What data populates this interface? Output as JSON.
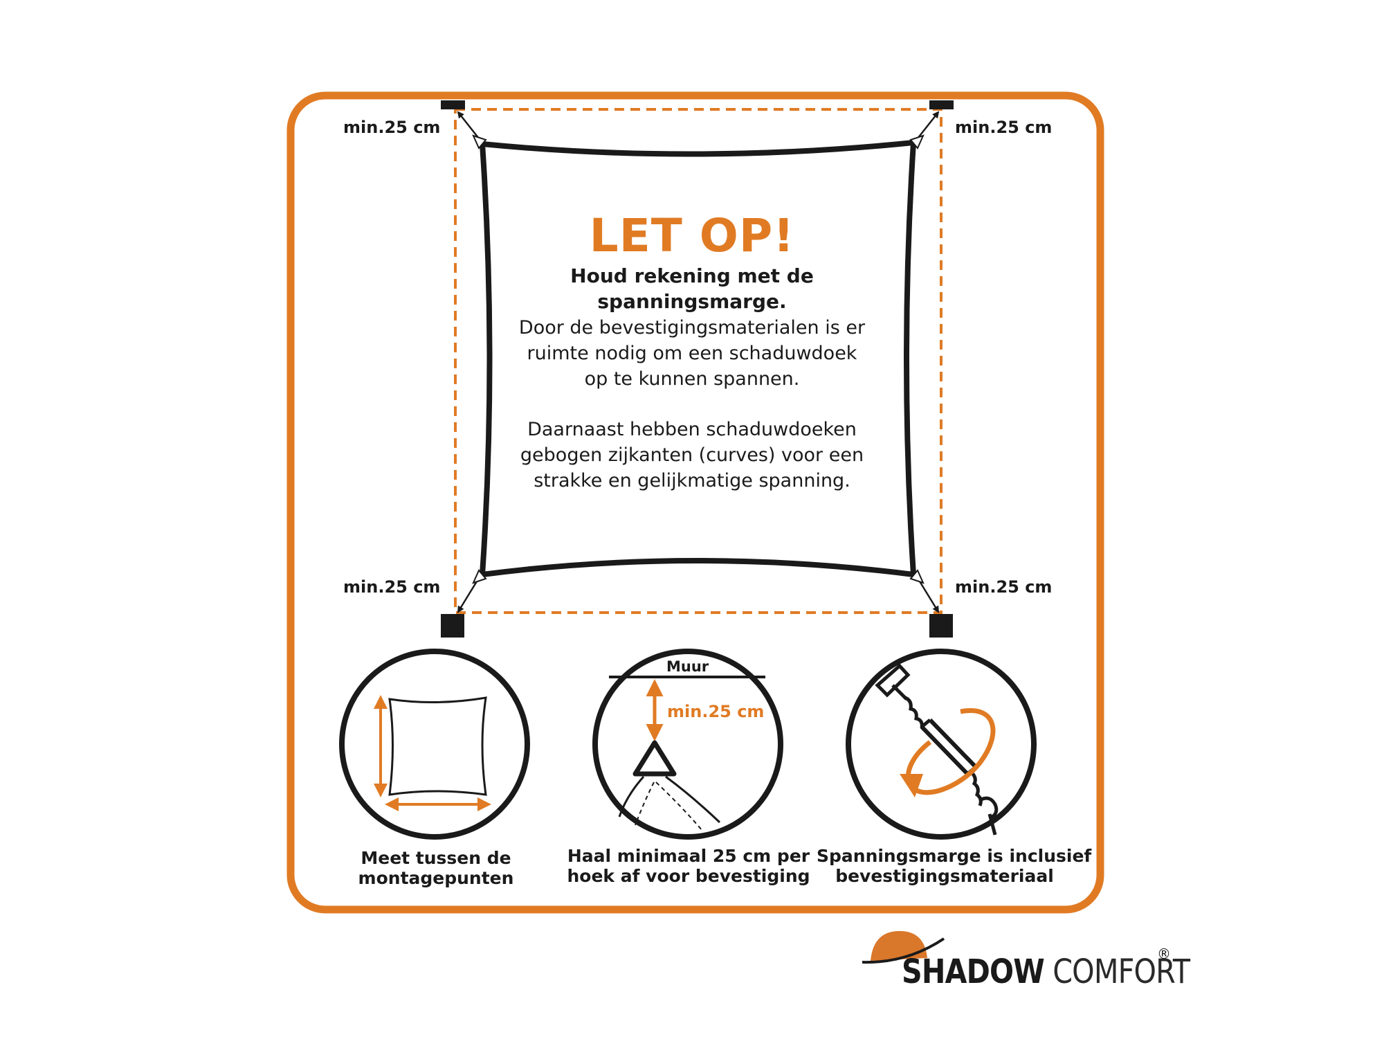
{
  "colors": {
    "accent": "#e07b24",
    "ink": "#1a1a1a",
    "background": "#ffffff"
  },
  "corner_labels": {
    "top_left": "min.25 cm",
    "top_right": "min.25 cm",
    "bottom_left": "min.25 cm",
    "bottom_right": "min.25 cm"
  },
  "warning": {
    "title": "LET OP!",
    "subtitle_lines": [
      "Houd rekening met de",
      "spanningsmarge."
    ],
    "paragraph1_lines": [
      "Door de bevestigingsmaterialen is er",
      "ruimte nodig om een schaduwdoek",
      "op te kunnen spannen."
    ],
    "paragraph2_lines": [
      "Daarnaast hebben schaduwdoeken",
      "gebogen zijkanten (curves) voor een",
      "strakke en gelijkmatige spanning."
    ]
  },
  "detail_circles": {
    "wall_label": "Muur",
    "min_label": "min.25 cm"
  },
  "captions": {
    "measure": [
      "Meet tussen de",
      "montagepunten"
    ],
    "subtract": [
      "Haal minimaal 25 cm per",
      "hoek af voor bevestiging"
    ],
    "tension": [
      "Spanningsmarge is inclusief",
      "bevestigingsmateriaal"
    ]
  },
  "logo": {
    "brand_bold": "SHADOW",
    "brand_light": " COMFORT",
    "registered": "®"
  },
  "icons": [
    "mounting-post-icon",
    "shade-sail-icon",
    "triangle-ring-icon",
    "turnbuckle-icon",
    "rotate-arrow-icon",
    "hat-logo-icon"
  ]
}
